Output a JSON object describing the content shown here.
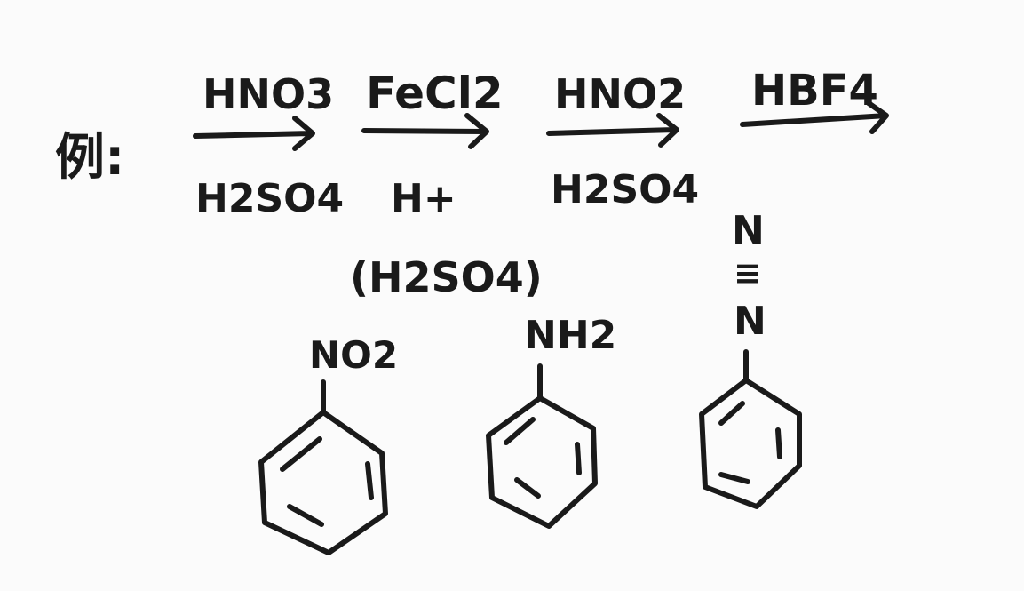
{
  "note": {
    "label": "例:"
  },
  "steps": [
    {
      "above": "HNO3",
      "below": "H2SO4",
      "extra": ""
    },
    {
      "above": "FeCl2",
      "below": "H+",
      "extra": "(H2SO4)"
    },
    {
      "above": "HNO2",
      "below": "H2SO4",
      "extra": ""
    },
    {
      "above": "HBF4",
      "below": "",
      "extra": ""
    }
  ],
  "structures": [
    {
      "substituent": "NO2"
    },
    {
      "substituent": "NH2"
    },
    {
      "substituent_top": "N",
      "triple_bond": "≡",
      "substituent_bottom": "N"
    }
  ],
  "colors": {
    "ink": "#1a1a1a",
    "background": "#fbfbfb"
  }
}
